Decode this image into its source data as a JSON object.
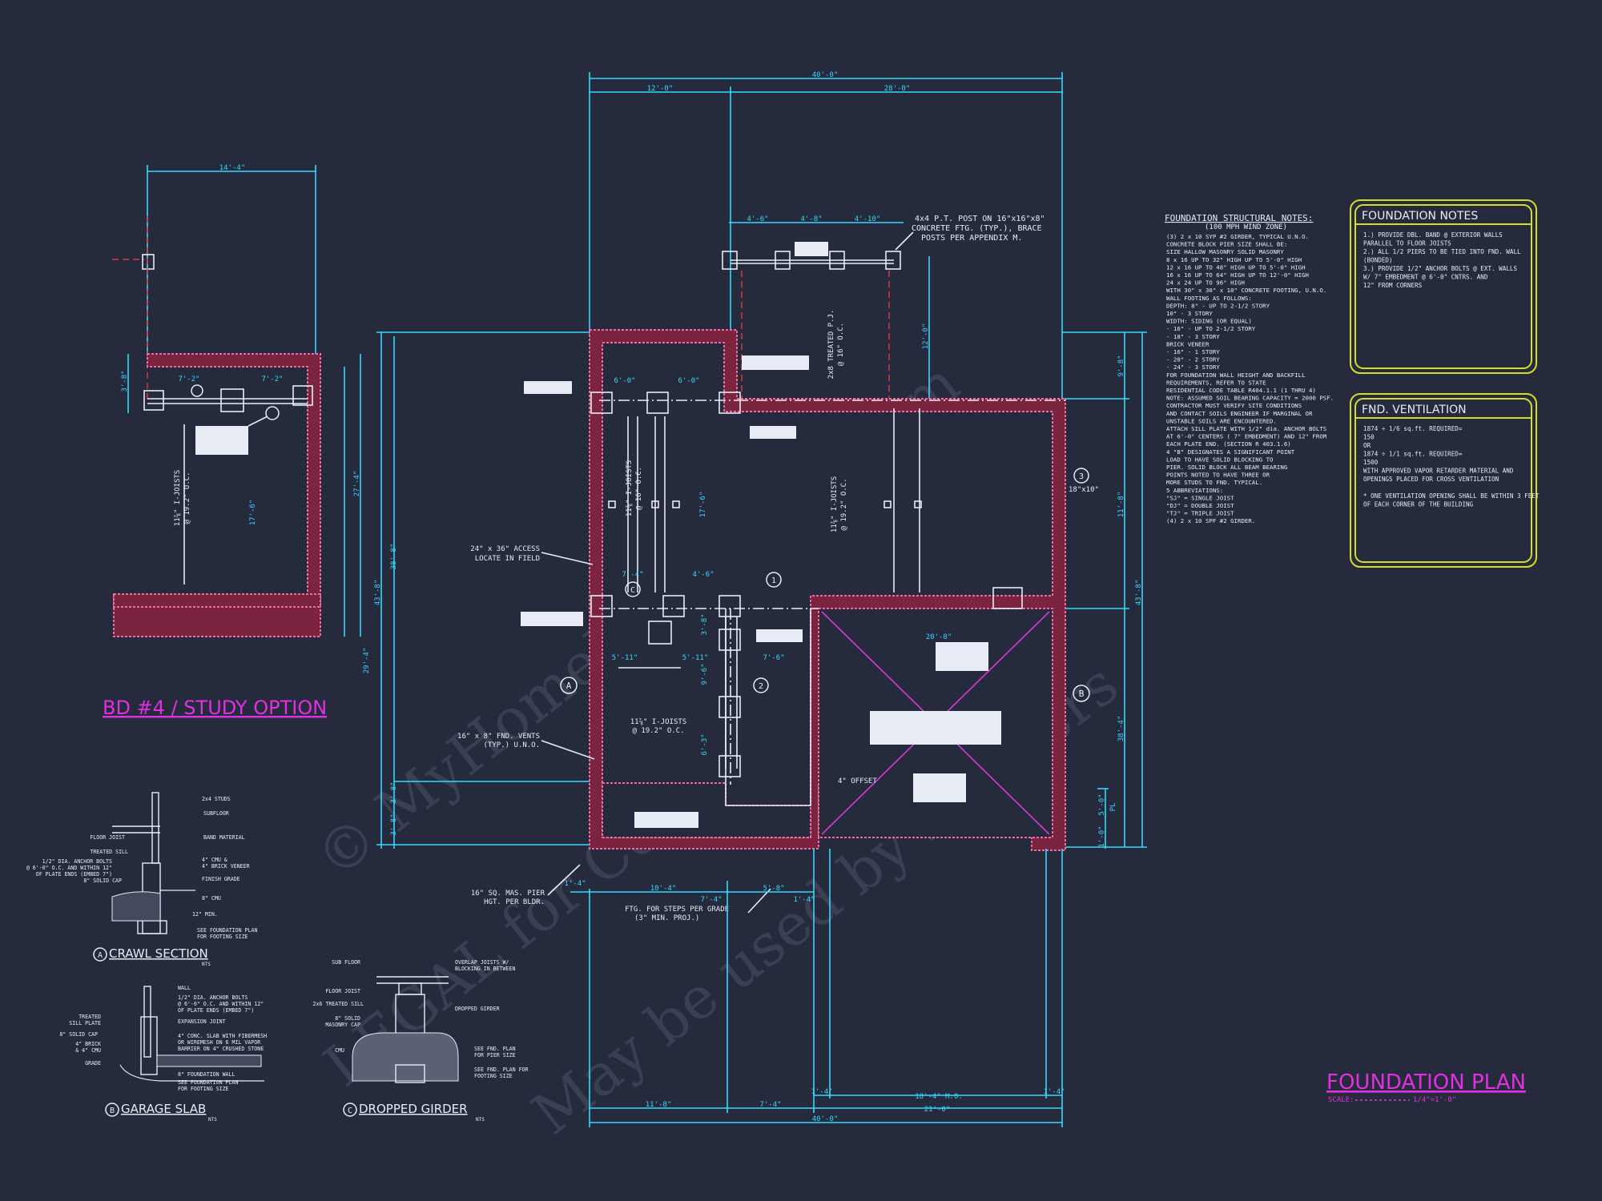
{
  "watermark": {
    "line1": "© MyHomeFloorPlans.com",
    "line2": "LEGAL for Construction",
    "line3": "May be used by Builders"
  },
  "dimensions": {
    "top_overall": "40'-0\"",
    "top_left": "12'-0\"",
    "top_right": "28'-0\"",
    "porch_1": "4'-6\"",
    "porch_2": "4'-8\"",
    "porch_3": "4'-10\"",
    "left_total": "38'-8\"",
    "left_upper": "43'-8\"",
    "left_lower": "29'-4\"",
    "left_small_1": "3'-8\"",
    "left_small_2": "3'-8\"",
    "right_total": "43'-8\"",
    "right_mid": "11'-8\"",
    "right_lower": "38'-4\"",
    "right_top": "9'-8\"",
    "right_small_1": "5'-0\"",
    "right_small_2": "1'-0\"",
    "right_small_3": "PL",
    "bottom_overall": "40'-0\"",
    "bottom_a": "11'-8\"",
    "bottom_b": "7'-4\"",
    "bottom_c": "21'-0\"",
    "bottom_mo": "18'-4\" M.O.",
    "bottom_d": "1'-4\"",
    "bottom_e": "1'-4\"",
    "lower_a": "10'-4\"",
    "lower_b": "7'-4\"",
    "lower_c": "5'-8\"",
    "lower_d": "1'-4\"",
    "lower_e": "1'-4\"",
    "porch_vert": "12'-0\"",
    "inner_1": "6'-0\"",
    "inner_2": "6'-0\"",
    "inner_3": "7'-4\"",
    "inner_4": "4'-6\"",
    "inner_5": "5'-11\"",
    "inner_6": "5'-11\"",
    "inner_7": "7'-6\"",
    "inner_8": "3'-8\"",
    "inner_9": "9'-6\"",
    "inner_10": "6'-3\"",
    "inner_11": "17'-6\"",
    "garage_w": "20'-8\"",
    "study_top": "14'-4\"",
    "study_1": "7'-2\"",
    "study_2": "7'-2\"",
    "study_3": "17'-6\"",
    "study_4": "27'-4\"",
    "study_5": "3'-8\""
  },
  "labels": {
    "joists_1": "11⅞\" I-JOISTS",
    "joists_1b": "@ 16\" O.C.",
    "joists_2": "11⅞\" I-JOISTS",
    "joists_2b": "@ 19.2\" O.C.",
    "joists_3": "11⅞\" I-JOISTS",
    "joists_3b": "@ 19.2\" O.C.",
    "joists_study": "11⅞\" I-JOISTS",
    "joists_study_b": "@ 19.2\" O.C.",
    "access_1": "24\" x 36\" ACCESS",
    "access_2": "LOCATE IN FIELD",
    "vents_1": "16\" x 8\" FND. VENTS",
    "vents_2": "(TYP.) U.N.O.",
    "pier_1": "16\" SQ. MAS. PIER",
    "pier_2": "HGT. PER BLDR.",
    "steps_1": "FTG. FOR STEPS PER GRADE",
    "steps_2": "(3\" MIN. PROJ.)",
    "offset": "4\" OFFSET",
    "post_1": "4x4 P.T. POST ON 16\"x16\"x8\"",
    "post_2": "CONCRETE FTG. (TYP.), BRACE",
    "post_3": "POSTS PER APPENDIX M.",
    "girder_size": "18\"x10\"",
    "treated": "2x8 TREATED P.J.",
    "treated_b": "@ 16\" O.C."
  },
  "bubbles": {
    "b1": "1",
    "b2": "2",
    "b3": "3",
    "b_a": "A",
    "b_b": "B",
    "b_c": "C"
  },
  "study": {
    "title": "BD #4 / STUDY OPTION"
  },
  "structural_notes": {
    "title": "FOUNDATION STRUCTURAL NOTES:",
    "subtitle": "(100 MPH WIND ZONE)",
    "lines": [
      "(3) 2 x 10 SYP #2 GIRDER, TYPICAL U.N.O.",
      "CONCRETE BLOCK PIER SIZE SHALL BE:",
      "SIZE      HALLOW MASONRY     SOLID MASONRY",
      "8 x 16      UP TO 32\" HIGH        UP TO 5'-0\" HIGH",
      "12 x 16     UP TO 48\" HIGH        UP TO 5'-0\" HIGH",
      "16 x 16     UP TO 64\" HIGH        UP TO 12'-0\" HIGH",
      "24 x 24     UP TO 96\" HIGH",
      "WITH 30\" x 30\" x 10\" CONCRETE FOOTING, U.N.O.",
      "WALL FOOTING AS FOLLOWS:",
      "DEPTH:  8\" - UP TO 2-1/2 STORY",
      "           10\" - 3 STORY",
      "WIDTH:   SIDING (OR EQUAL)",
      "              - 16\" - UP TO 2-1/2 STORY",
      "              - 18\" - 3 STORY",
      "           BRICK VENEER",
      "              - 16\" - 1 STORY",
      "              - 20\" - 2 STORY",
      "              - 24\" - 3 STORY",
      "FOR FOUNDATION WALL HEIGHT AND BACKFILL",
      "REQUIREMENTS, REFER TO STATE",
      "RESIDENTIAL CODE TABLE R404.1.1 (1 THRU 4)",
      "NOTE: ASSUMED SOIL BEARING CAPACITY = 2000 PSF.",
      "CONTRACTOR MUST VERIFY SITE CONDITIONS",
      "AND CONTACT SOILS ENGINEER IF MARGINAL OR",
      "UNSTABLE SOILS ARE ENCOUNTERED.",
      "ATTACH SILL PLATE WITH 1/2\" dia. ANCHOR BOLTS",
      "AT 6'-0\" CENTERS ( 7\" EMBEDMENT) AND 12\" FROM",
      "EACH PLATE END. (SECTION R 403.1.6)",
      "4  \"B\" DESIGNATES A SIGNIFICANT POINT",
      "LOAD TO HAVE SOLID BLOCKING TO",
      "PIER. SOLID BLOCK ALL BEAM BEARING",
      "POINTS NOTED TO HAVE THREE OR",
      "MORE STUDS TO FND. TYPICAL.",
      "5  ABBREVIATIONS:",
      "\"SJ\" = SINGLE JOIST",
      "\"DJ\" = DOUBLE JOIST",
      "\"TJ\" = TRIPLE JOIST",
      "(4) 2 x 10 SPF #2 GIRDER."
    ]
  },
  "fnd_notes": {
    "title": "FOUNDATION NOTES",
    "lines": [
      "1.) PROVIDE DBL. BAND @ EXTERIOR WALLS",
      "    PARALLEL TO FLOOR JOISTS",
      "2.) ALL 1/2 PIERS TO BE TIED INTO FND. WALL",
      "    (BONDED)",
      "3.) PROVIDE 1/2\" ANCHOR BOLTS @ EXT. WALLS",
      "    W/ 7\" EMBEDMENT @ 6'-0\" CNTRS. AND",
      "    12\" FROM CORNERS"
    ]
  },
  "ventilation": {
    "title": "FND. VENTILATION",
    "lines": [
      "1874 ÷ 1/6 sq.ft. REQUIRED=",
      "150",
      "OR",
      "1874 ÷ 1/1 sq.ft. REQUIRED=",
      "1500",
      "WITH APPROVED VAPOR RETARDER MATERIAL AND",
      "OPENINGS PLACED FOR CROSS VENTILATION",
      "",
      "* ONE VENTILATION OPENING SHALL BE WITHIN 3 FEET",
      "  OF EACH CORNER OF THE BUILDING"
    ]
  },
  "plan_title": {
    "title": "FOUNDATION PLAN",
    "scale_label": "SCALE:",
    "scale_value": "1/4\"=1'-0\""
  },
  "details": {
    "crawl": {
      "letter": "A",
      "title": "CRAWL SECTION",
      "nts": "NTS",
      "labels": [
        "2x4 STUDS",
        "SUBFLOOR",
        "BAND MATERIAL",
        "FLOOR JOIST",
        "TREATED SILL",
        "1/2\" DIA. ANCHOR BOLTS",
        "@ 6'-0\" O.C. AND WITHIN 12\"",
        "OF PLATE ENDS (EMBED 7\")",
        "8\" SOLID CAP",
        "4\" CMU &",
        "4\" BRICK VENEER",
        "FINISH GRADE",
        "8\" CMU",
        "12\" MIN.",
        "SEE FOUNDATION PLAN",
        "FOR FOOTING SIZE"
      ]
    },
    "garage": {
      "letter": "B",
      "title": "GARAGE SLAB",
      "nts": "NTS",
      "labels": [
        "WALL",
        "1/2\" DIA. ANCHOR BOLTS",
        "@ 6'-0\" O.C. AND WITHIN 12\"",
        "OF PLATE ENDS (EMBED 7\")",
        "TREATED",
        "SILL PLATE",
        "EXPANSION JOINT",
        "8\" SOLID CAP",
        "4\" BRICK",
        "& 4\" CMU",
        "4\" CONC. SLAB WITH FIBERMESH",
        "OR WIREMESH ON 6 MIL VAPOR",
        "BARRIER ON 4\" CRUSHED STONE",
        "GRADE",
        "8\" FOUNDATION WALL",
        "SEE FOUNDATION PLAN",
        "FOR FOOTING SIZE"
      ]
    },
    "girder": {
      "letter": "C",
      "title": "DROPPED GIRDER",
      "nts": "NTS",
      "labels": [
        "SUB FLOOR",
        "OVERLAP JOISTS W/",
        "BLOCKING IN BETWEEN",
        "FLOOR JOIST",
        "2x6 TREATED SILL",
        "DROPPED GIRDER",
        "8\" SOLID",
        "MASONRY CAP",
        "CMU",
        "SEE FND. PLAN",
        "FOR PIER SIZE",
        "SEE FND. PLAN FOR",
        "FOOTING SIZE"
      ]
    }
  },
  "colors": {
    "background": "#262a3d",
    "dimension": "#33d9ff",
    "wall": "#f06aa0",
    "title": "#e030e0",
    "note_box": "#d6dc2a"
  }
}
